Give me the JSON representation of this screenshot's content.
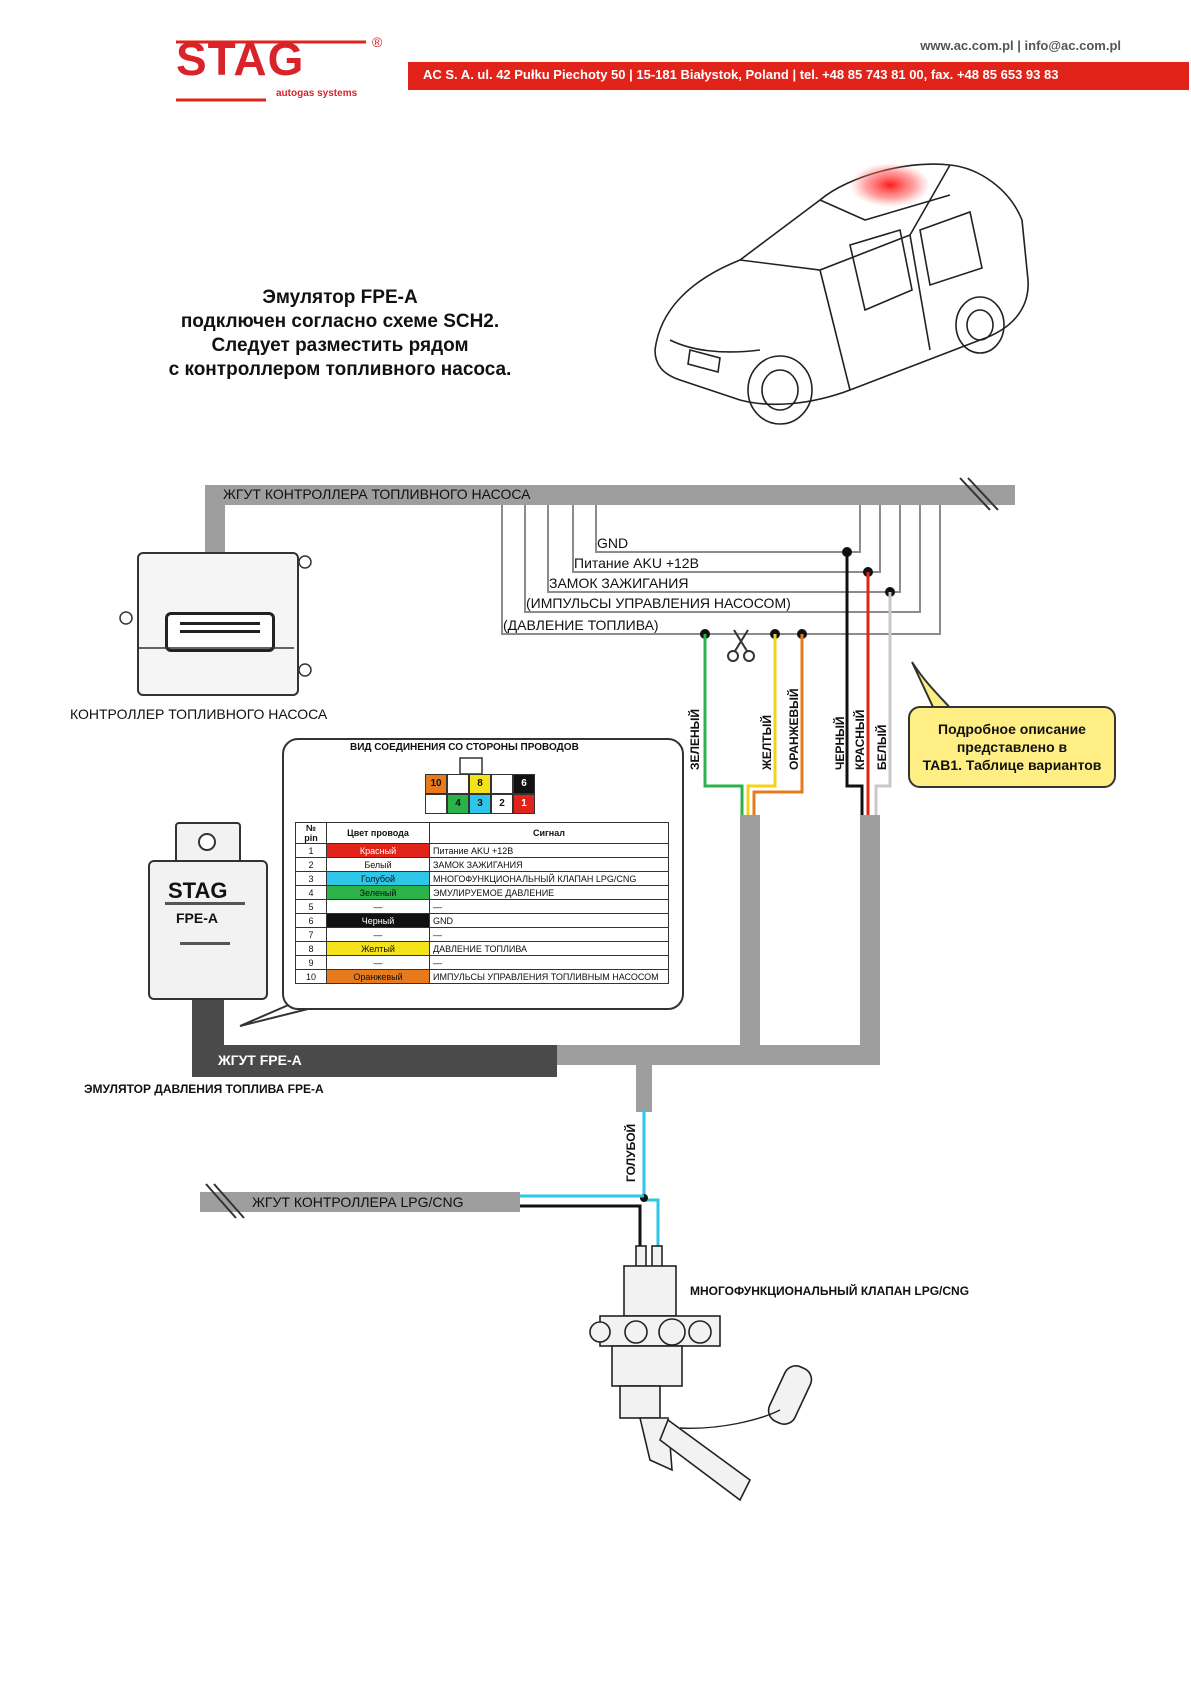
{
  "header": {
    "logo": "STAG",
    "logo_sub": "autogas systems",
    "registered": "®",
    "web_contact": "www.ac.com.pl | info@ac.com.pl",
    "address": "AC S. A. ul. 42 Pułku Piechoty 50 | 15-181 Białystok, Poland | tel. +48 85 743 81 00, fax. +48 85 653 93 83"
  },
  "heading": {
    "line1": "Эмулятор FPE-A",
    "line2": "подключен согласно схеме SCH2.",
    "line3": "Следует разместить рядом",
    "line4": "с контроллером топливного насоса."
  },
  "harness": {
    "pump_controller": "ЖГУТ КОНТРОЛЛЕРА ТОПЛИВНОГО НАСОСА",
    "fpea": "ЖГУТ FPE-A",
    "lpg": "ЖГУТ КОНТРОЛЛЕРА LPG/CNG"
  },
  "signals": {
    "gnd": "GND",
    "power": "Питание AKU +12В",
    "ignition": "ЗАМОК ЗАЖИГАНИЯ",
    "pulses": "(ИМПУЛЬСЫ УПРАВЛЕНИЯ НАСОСОМ)",
    "pressure": "(ДАВЛЕНИЕ ТОПЛИВА)"
  },
  "wires": {
    "green": "ЗЕЛЕНЫЙ",
    "yellow": "ЖЕЛТЫЙ",
    "orange": "ОРАНЖЕВЫЙ",
    "black": "ЧЕРНЫЙ",
    "red": "КРАСНЫЙ",
    "white": "БЕЛЫЙ",
    "blue": "ГОЛУБОЙ"
  },
  "labels": {
    "pump_controller": "КОНТРОЛЛЕР ТОПЛИВНОГО НАСОСА",
    "emulator": "ЭМУЛЯТОР ДАВЛЕНИЯ ТОПЛИВА FPE-A",
    "valve": "МНОГОФУНКЦИОНАЛЬНЫЙ КЛАПАН LPG/CNG"
  },
  "note": {
    "line1": "Подробное описание",
    "line2": "представлено в",
    "line3": "TAB1. Таблице вариантов"
  },
  "emulator_device": {
    "brand": "STAG",
    "model": "FPE-A"
  },
  "connector": {
    "title": "ВИД СОЕДИНЕНИЯ СО СТОРОНЫ ПРОВОДОВ",
    "top_row": [
      {
        "label": "10",
        "color": "#e87a1e"
      },
      {
        "label": "",
        "color": "#ffffff"
      },
      {
        "label": "8",
        "color": "#f4e21a"
      },
      {
        "label": "",
        "color": "#ffffff"
      },
      {
        "label": "6",
        "color": "#111111"
      }
    ],
    "bottom_row": [
      {
        "label": "",
        "color": "#ffffff"
      },
      {
        "label": "4",
        "color": "#2bb34a"
      },
      {
        "label": "3",
        "color": "#2ec6e8"
      },
      {
        "label": "2",
        "color": "#ffffff"
      },
      {
        "label": "1",
        "color": "#e2231a"
      }
    ]
  },
  "pin_table": {
    "headers": {
      "pin": "№ pin",
      "color": "Цвет провода",
      "signal": "Сигнал"
    },
    "rows": [
      {
        "pin": "1",
        "color": "Красный",
        "hex": "#e2231a",
        "text_color": "#ffffff",
        "signal": "Питание AKU +12В"
      },
      {
        "pin": "2",
        "color": "Белый",
        "hex": "#ffffff",
        "text_color": "#111111",
        "signal": "ЗАМОК ЗАЖИГАНИЯ"
      },
      {
        "pin": "3",
        "color": "Голубой",
        "hex": "#2ec6e8",
        "text_color": "#111111",
        "signal": "МНОГОФУНКЦИОНАЛЬНЫЙ КЛАПАН LPG/CNG"
      },
      {
        "pin": "4",
        "color": "Зеленый",
        "hex": "#2bb34a",
        "text_color": "#111111",
        "signal": "ЭМУЛИРУЕМОЕ ДАВЛЕНИЕ"
      },
      {
        "pin": "5",
        "color": "—",
        "hex": "#ffffff",
        "text_color": "#111111",
        "signal": "—"
      },
      {
        "pin": "6",
        "color": "Черный",
        "hex": "#111111",
        "text_color": "#ffffff",
        "signal": "GND"
      },
      {
        "pin": "7",
        "color": "—",
        "hex": "#ffffff",
        "text_color": "#111111",
        "signal": "—"
      },
      {
        "pin": "8",
        "color": "Желтый",
        "hex": "#f4e21a",
        "text_color": "#111111",
        "signal": "ДАВЛЕНИЕ ТОПЛИВА"
      },
      {
        "pin": "9",
        "color": "—",
        "hex": "#ffffff",
        "text_color": "#111111",
        "signal": "—"
      },
      {
        "pin": "10",
        "color": "Оранжевый",
        "hex": "#e87a1e",
        "text_color": "#111111",
        "signal": "ИМПУЛЬСЫ УПРАВЛЕНИЯ ТОПЛИВНЫМ НАСОСОМ"
      }
    ]
  },
  "colors": {
    "brand_red": "#e2231a",
    "harness_gray": "#9e9e9e",
    "harness_dark": "#4a4a4a",
    "note_yellow": "#ffee84"
  }
}
